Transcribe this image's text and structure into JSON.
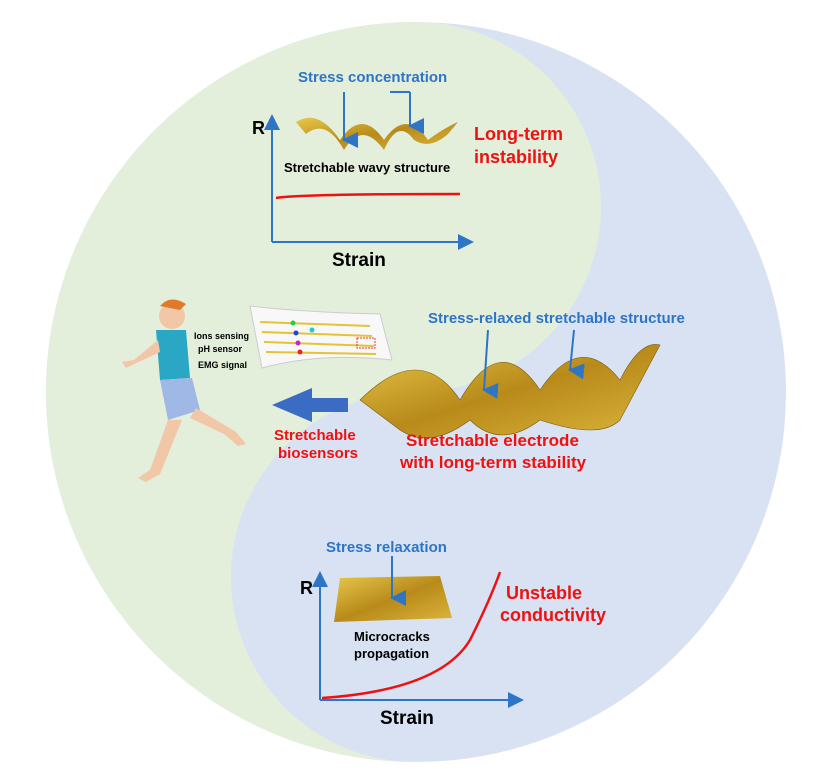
{
  "top_panel": {
    "axis_y": "R",
    "axis_x": "Strain",
    "stress_label": "Stress concentration",
    "structure_label": "Stretchable wavy structure",
    "result_line1": "Long-term",
    "result_line2": "instability"
  },
  "middle": {
    "ions": "Ions sensing",
    "ph": "pH sensor",
    "emg": "EMG signal",
    "relaxed_label": "Stress-relaxed stretchable structure",
    "biosensors_line1": "Stretchable",
    "biosensors_line2": "biosensors",
    "electrode_line1": "Stretchable electrode",
    "electrode_line2": "with long-term stability"
  },
  "bottom_panel": {
    "axis_y": "R",
    "axis_x": "Strain",
    "stress_label": "Stress relaxation",
    "cracks_line1": "Microcracks",
    "cracks_line2": "propagation",
    "result_line1": "Unstable",
    "result_line2": "conductivity"
  },
  "colors": {
    "green": "#e3eedb",
    "blue": "#d9e2f2",
    "accent_blue": "#2e75c6",
    "red": "#ee1111",
    "gold": "#c9a227"
  }
}
